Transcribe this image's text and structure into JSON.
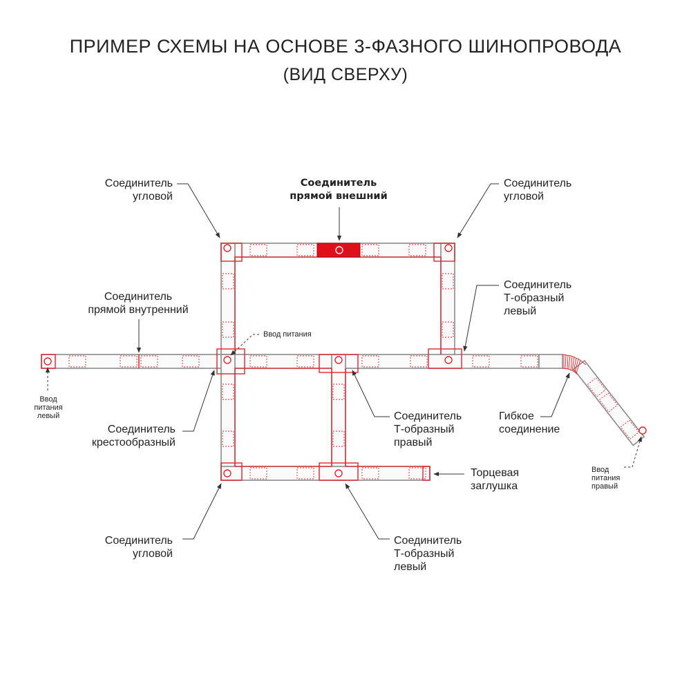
{
  "title": {
    "line1": "ПРИМЕР СХЕМЫ НА ОСНОВЕ 3-ФАЗНОГО ШИНОПРОВОДА",
    "line2": "(ВИД СВЕРХУ)"
  },
  "labels": {
    "corner_top_left": [
      "Соединитель",
      "угловой"
    ],
    "straight_external": [
      "Соединитель",
      "прямой внешний"
    ],
    "corner_top_right": [
      "Соединитель",
      "угловой"
    ],
    "straight_internal": [
      "Соединитель",
      "прямой внутренний"
    ],
    "power_input": "Ввод питания",
    "t_left_upper": [
      "Соединитель",
      "Т-образный",
      "левый"
    ],
    "power_left": [
      "Ввод",
      "питания",
      "левый"
    ],
    "cross": [
      "Соединитель",
      "крестообразный"
    ],
    "t_right": [
      "Соединитель",
      "Т-образный",
      "правый"
    ],
    "flexible": [
      "Гибкое",
      "соединение"
    ],
    "power_right": [
      "Ввод",
      "питания",
      "правый"
    ],
    "end_cap": [
      "Торцевая",
      "заглушка"
    ],
    "corner_bottom_left": [
      "Соединитель",
      "угловой"
    ],
    "t_left_lower": [
      "Соединитель",
      "Т-образный",
      "левый"
    ]
  },
  "colors": {
    "track": "#8a8a8a",
    "connector": "#e0242b",
    "highlight": "#e0101a",
    "arrow": "#333333"
  }
}
